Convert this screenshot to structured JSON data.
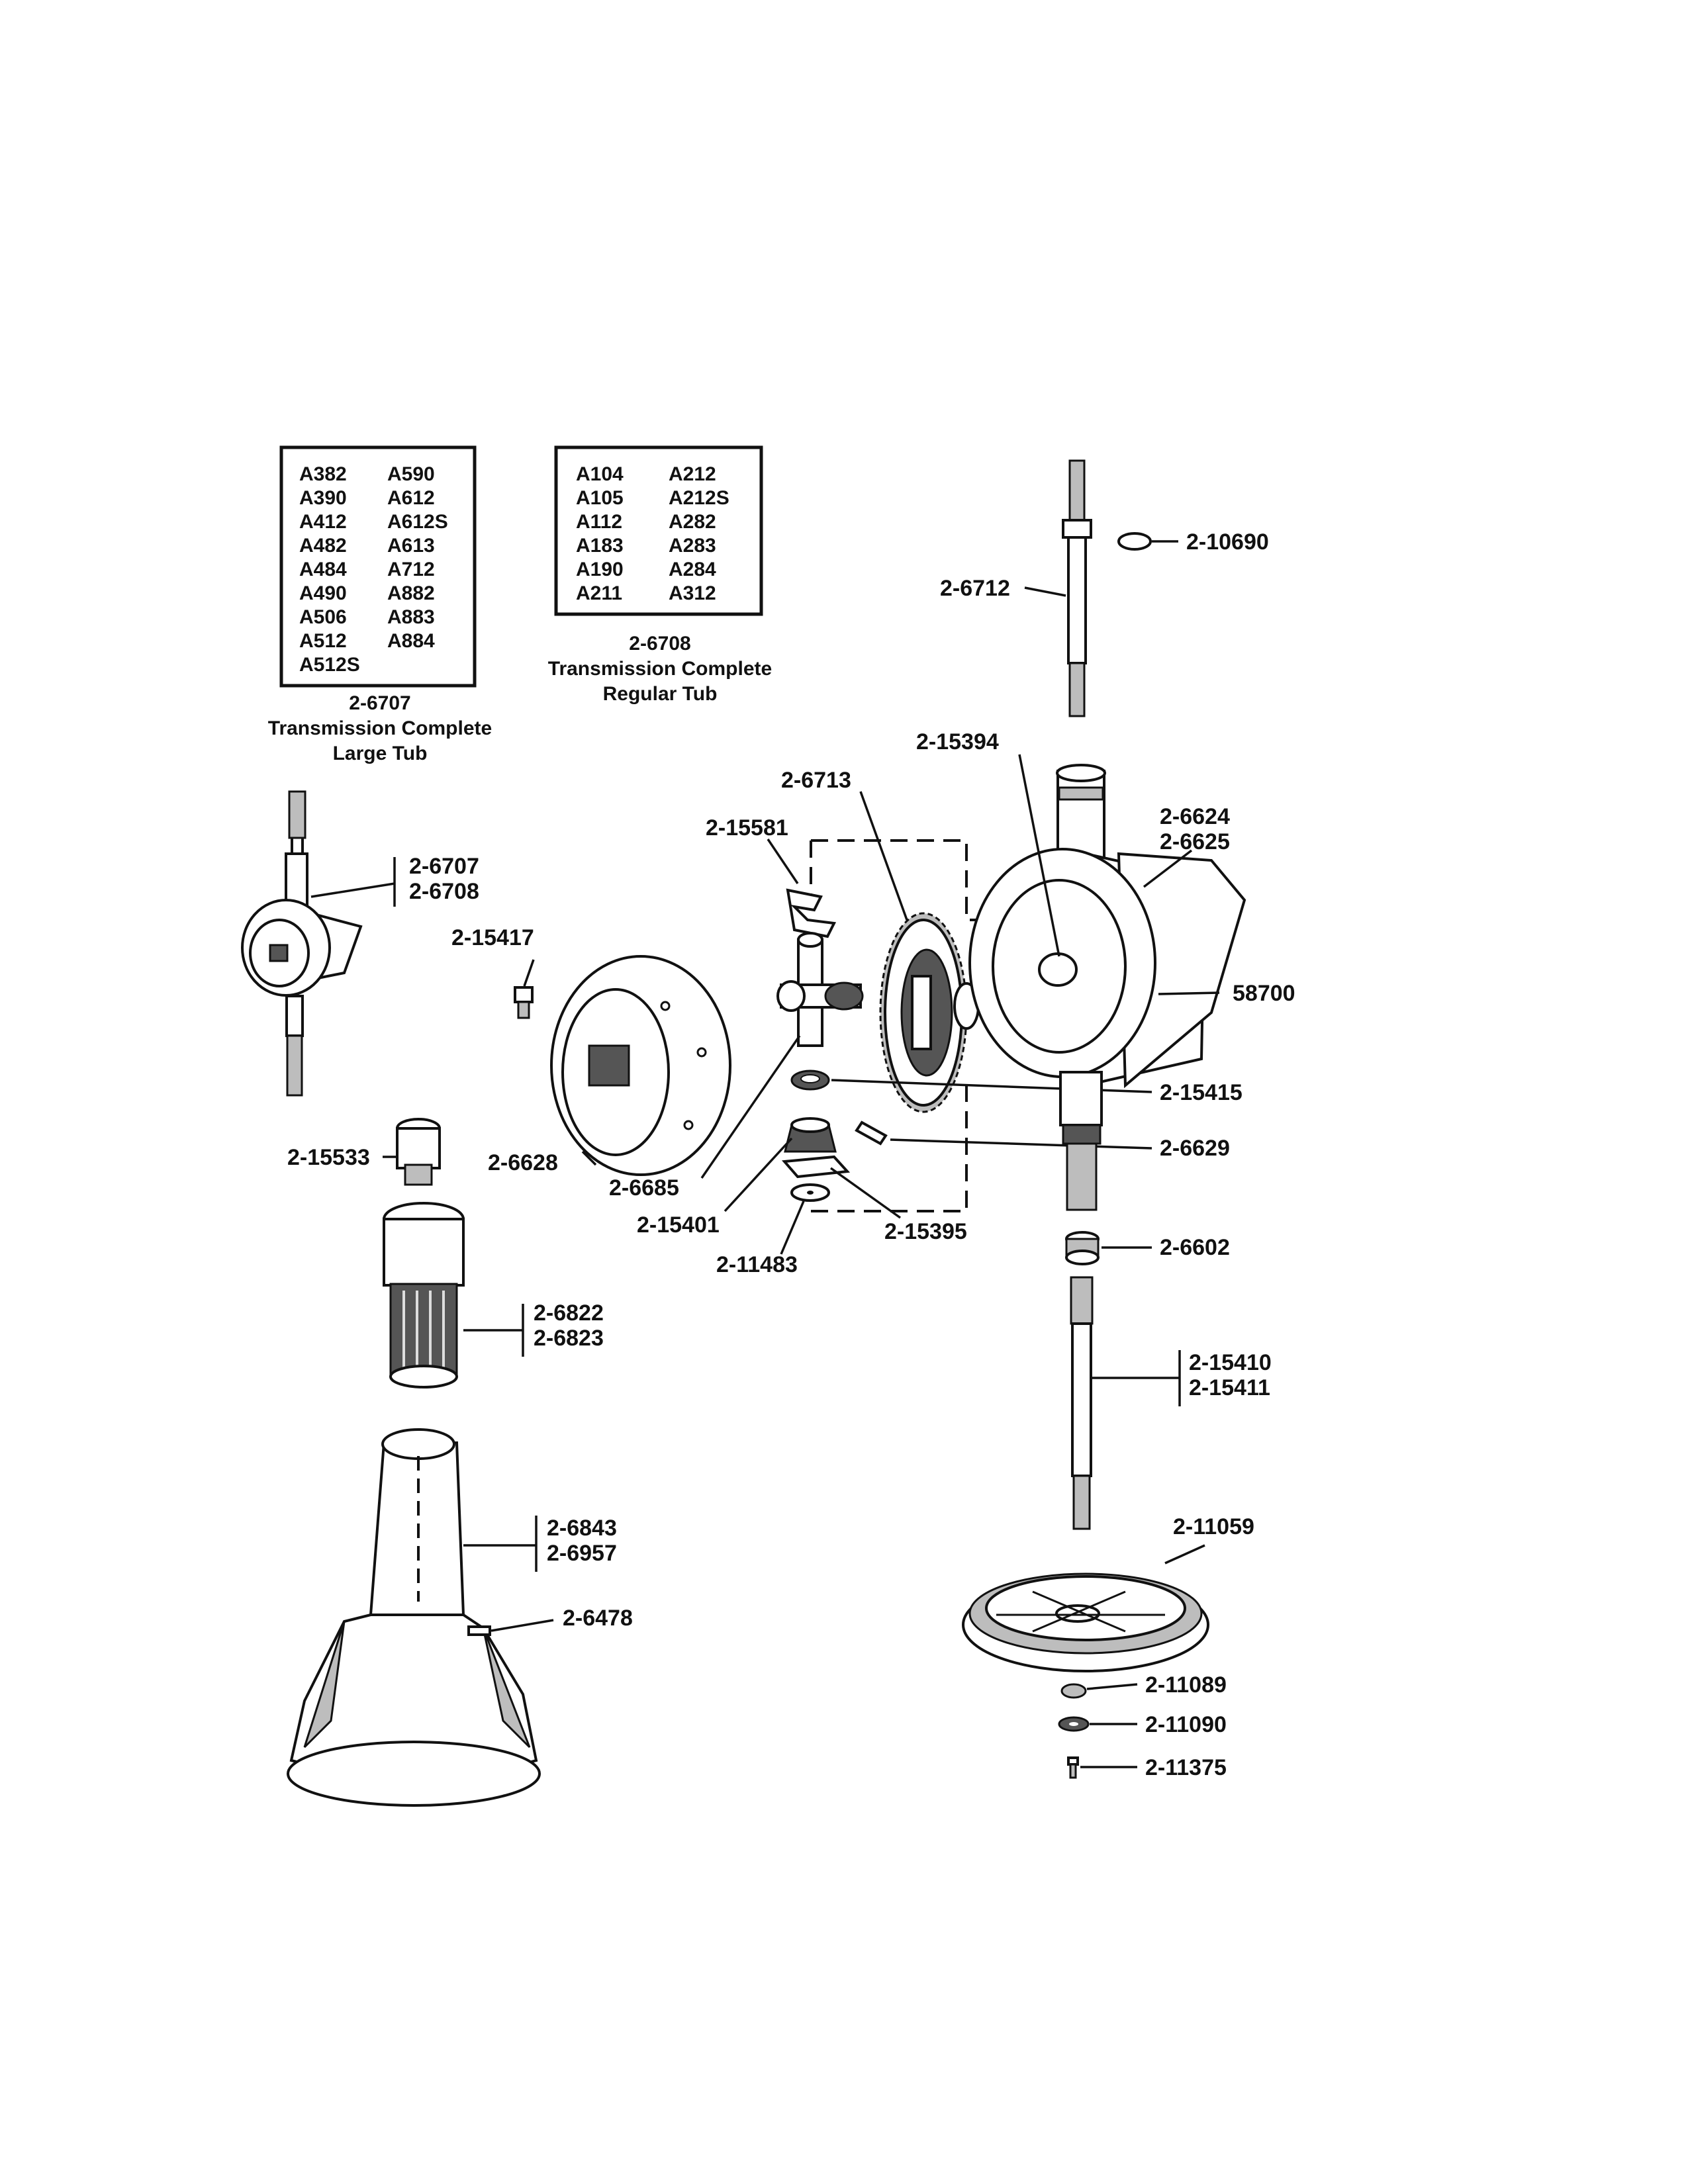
{
  "boxes": {
    "large_tub": {
      "col1": [
        "A382",
        "A390",
        "A412",
        "A482",
        "A484",
        "A490",
        "A506",
        "A512",
        "A512S"
      ],
      "col2": [
        "A590",
        "A612",
        "A612S",
        "A613",
        "A712",
        "A882",
        "A883",
        "A884"
      ],
      "part_no": "2-6707",
      "caption1": "Transmission Complete",
      "caption2": "Large Tub"
    },
    "regular_tub": {
      "col1": [
        "A104",
        "A105",
        "A112",
        "A183",
        "A190",
        "A211"
      ],
      "col2": [
        "A212",
        "A212S",
        "A282",
        "A283",
        "A284",
        "A312"
      ],
      "part_no": "2-6708",
      "caption1": "Transmission Complete",
      "caption2": "Regular Tub"
    }
  },
  "labels": {
    "p10690": "2-10690",
    "p6712": "2-6712",
    "p6713": "2-6713",
    "p15394": "2-15394",
    "p6624": "2-6624",
    "p6625": "2-6625",
    "p15581": "2-15581",
    "p6707": "2-6707",
    "p6708": "2-6708",
    "p15417": "2-15417",
    "p58700": "58700",
    "p15415": "2-15415",
    "p6629": "2-6629",
    "p15533": "2-15533",
    "p6628": "2-6628",
    "p6685": "2-6685",
    "p15401": "2-15401",
    "p15395": "2-15395",
    "p11483": "2-11483",
    "p6602": "2-6602",
    "p6822": "2-6822",
    "p6823": "2-6823",
    "p15410": "2-15410",
    "p15411": "2-15411",
    "p6843": "2-6843",
    "p6957": "2-6957",
    "p11059": "2-11059",
    "p6478": "2-6478",
    "p11089": "2-11089",
    "p11090": "2-11090",
    "p11375": "2-11375"
  }
}
